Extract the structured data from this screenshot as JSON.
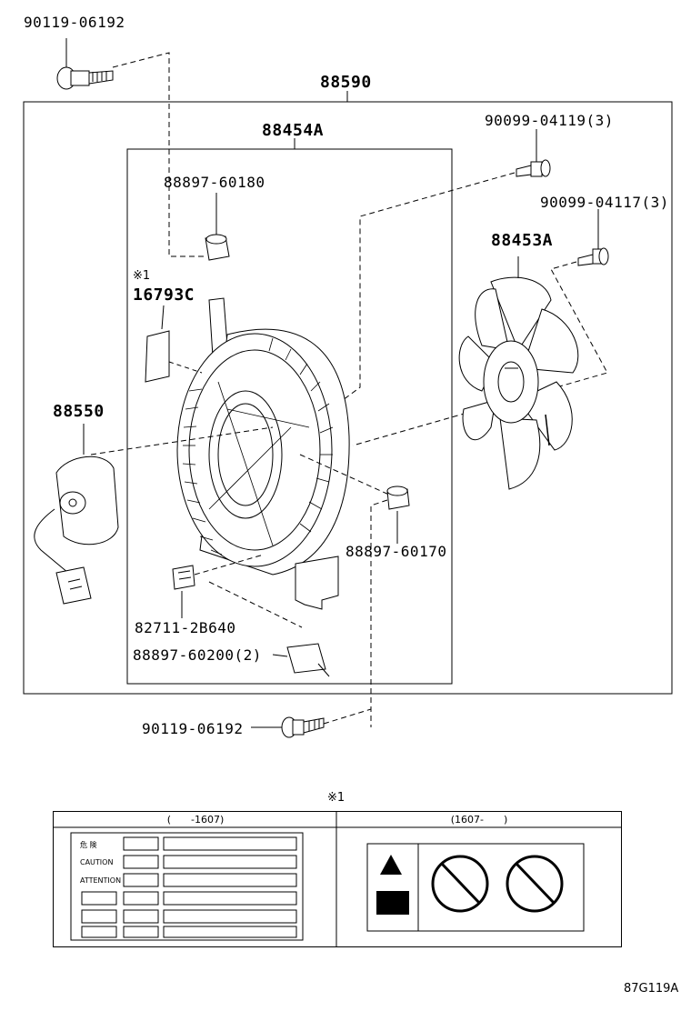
{
  "labels": {
    "bolt_top": "90119-06192",
    "assembly": "88590",
    "shroud": "88454A",
    "screw_a": "90099-04119(3)",
    "cushion_top": "88897-60180",
    "screw_b": "90099-04117(3)",
    "fan": "88453A",
    "ref_mark": "※1",
    "caution_label": "16793C",
    "motor": "88550",
    "cushion_side": "88897-60170",
    "connector": "82711-2B640",
    "retainer": "88897-60200(2)",
    "bolt_bottom": "90119-06192"
  },
  "legend": {
    "mark": "※1",
    "col_left": "(　　-1607)",
    "col_right": "(1607-　　)",
    "plate_lines": [
      "危 険",
      "CAUTION",
      "ATTENTION"
    ]
  },
  "figure_code": "87G119A"
}
